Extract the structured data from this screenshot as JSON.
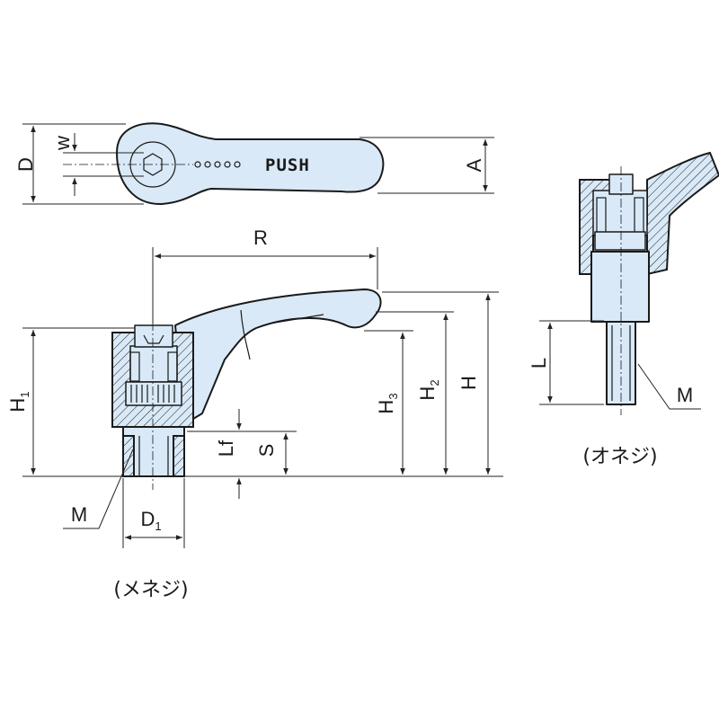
{
  "labels": {
    "D": "D",
    "w": "w",
    "A": "A",
    "R": "R",
    "H1_main": "H",
    "H1_sub": "1",
    "H": "H",
    "H2_main": "H",
    "H2_sub": "2",
    "H3_main": "H",
    "H3_sub": "3",
    "Lf": "Lf",
    "S": "S",
    "M_female": "M",
    "D1_main": "D",
    "D1_sub": "1",
    "L": "L",
    "M_male": "M"
  },
  "lever_text": "PUSH",
  "captions": {
    "female": "(メネジ)",
    "male": "(オネジ)"
  },
  "colors": {
    "part_fill": "#d9e9f7",
    "outline": "#1a1a1a"
  }
}
